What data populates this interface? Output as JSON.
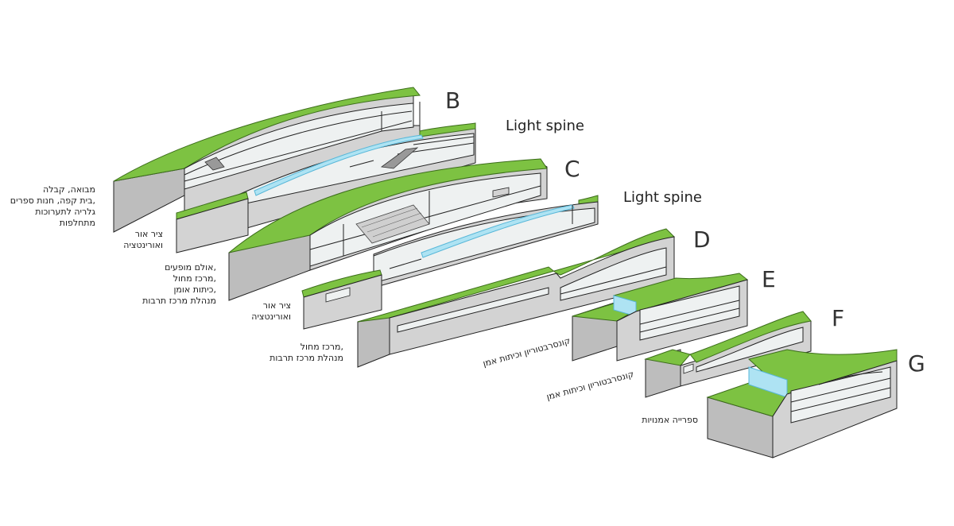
{
  "sections": [
    {
      "id": "B",
      "letter": "B",
      "spine_label": "Light spine",
      "labels": [
        {
          "lines": [
            "מבואה, קבלה",
            "בית קפה, חנות ספרים,",
            "גלריה לתערוכות",
            "מתחלפות"
          ]
        },
        {
          "lines": [
            "ציר אור",
            "ואורינטציה"
          ]
        }
      ]
    },
    {
      "id": "C",
      "letter": "C",
      "spine_label": "Light spine",
      "labels": [
        {
          "lines": [
            "אולם מופעים,",
            "מרכז מחול,",
            "כיתות אומן,",
            "מנהלת מרכז תרבות"
          ]
        },
        {
          "lines": [
            "ציר אור",
            "ואורינטציה"
          ]
        }
      ]
    },
    {
      "id": "D",
      "letter": "D",
      "labels": [
        {
          "lines": [
            "מרכז מחול,",
            "מנהלת מרכז תרבות"
          ]
        },
        {
          "lines": [
            "קונסרבטוריון וכיתות אמן"
          ]
        }
      ]
    },
    {
      "id": "E",
      "letter": "E",
      "labels": [
        {
          "lines": [
            "קונסרבטוריון וכיתות אמן"
          ]
        }
      ]
    },
    {
      "id": "F",
      "letter": "F",
      "labels": [
        {
          "lines": [
            "ספרייה אמנויות"
          ]
        }
      ]
    },
    {
      "id": "G",
      "letter": "G",
      "labels": []
    }
  ],
  "colors": {
    "roof": "#7dc242",
    "roof_edge": "#4e8f24",
    "side": "#d3d3d3",
    "side_dark": "#bdbdbd",
    "interior": "#eef1f1",
    "glass": "#aee3f3",
    "line": "#222222"
  }
}
